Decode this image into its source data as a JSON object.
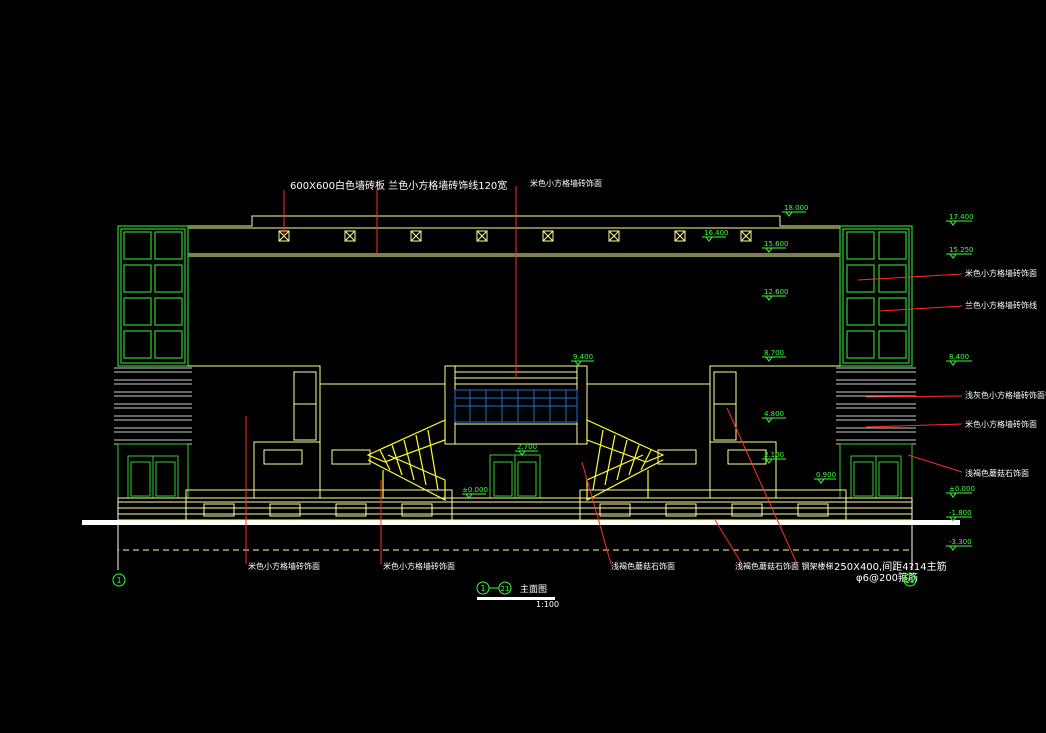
{
  "colors": {
    "background": "#000000",
    "structure": "#33cc33",
    "outline": "#ffff99",
    "stair": "#ffff33",
    "glass": "#1e6fd0",
    "leader": "#ff2b2b",
    "text": "#ffffff",
    "elevation": "#39ff39"
  },
  "top_notes": {
    "note_roof_tile": "600X600白色墙砖板 兰色小方格墙砖饰线120宽",
    "note_wall_top": "米色小方格墙砖饰面"
  },
  "right_notes": {
    "n1": "米色小方格墙砖饰面",
    "n2": "兰色小方格墙砖饰线",
    "n3": "浅灰色小方格墙砖饰面带前",
    "n4": "米色小方格墙砖饰面",
    "n5": "浅褐色蘑菇石饰面"
  },
  "bottom_notes": {
    "b1": "米色小方格墙砖饰面",
    "b2": "米色小方格墙砖饰面",
    "b3": "浅褐色蘑菇石饰面",
    "b4": "浅褐色蘑菇石饰面 钢架楼梯",
    "b5_line1": "250X400,间距4?14主筋",
    "b5_line2": "φ6@200箍筋"
  },
  "levels": {
    "l18000": "18.000",
    "l17400": "17.400",
    "l16400": "16.400",
    "l15600": "15.600",
    "l15250": "15.250",
    "l12600": "12.600",
    "l9400": "9.400",
    "l8700": "8.700",
    "l8400": "8.400",
    "l4800": "4.800",
    "l2700": "2.700",
    "l2100": "2.100",
    "l0900": "0.900",
    "l0000a": "±0.000",
    "l0000b": "±0.000",
    "lm1800": "-1.800",
    "lm3300": "-3.300"
  },
  "axis": {
    "left": "1",
    "right": "21"
  },
  "title_block": {
    "axis_from": "1",
    "axis_to": "21",
    "name": "主面图",
    "scale": "1:100"
  }
}
